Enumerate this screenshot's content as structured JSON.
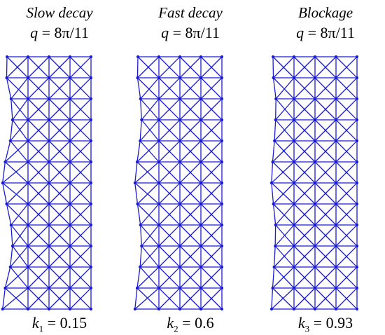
{
  "panels": [
    {
      "title": "Slow decay",
      "q_var": "q",
      "q_value": "= 8π/11",
      "k_var": "k",
      "k_sub": "1",
      "k_value": "= 0.15",
      "edge_offsets": [
        -0.05,
        0.55,
        0.75,
        0.45,
        -0.25,
        -0.6,
        -0.05,
        0.55,
        0.75,
        0.45,
        -0.25,
        -0.6
      ]
    },
    {
      "title": "Fast decay",
      "q_var": "q",
      "q_value": "= 8π/11",
      "k_var": "k",
      "k_sub": "2",
      "k_value": "= 0.6",
      "edge_offsets": [
        -0.05,
        0.35,
        0.5,
        0.3,
        -0.1,
        -0.4,
        -0.05,
        0.35,
        0.5,
        0.3,
        -0.1,
        -0.4
      ]
    },
    {
      "title": "Blockage",
      "q_var": "q",
      "q_value": "= 8π/11",
      "k_var": "k",
      "k_sub": "3",
      "k_value": "= 0.93",
      "edge_offsets": [
        0.05,
        0.4,
        0.35,
        0.2,
        -0.05,
        -0.2,
        0.05,
        0.35,
        0.3,
        0.15,
        -0.05,
        -0.2
      ]
    }
  ],
  "colors": {
    "lattice": "#1a1ad6"
  }
}
